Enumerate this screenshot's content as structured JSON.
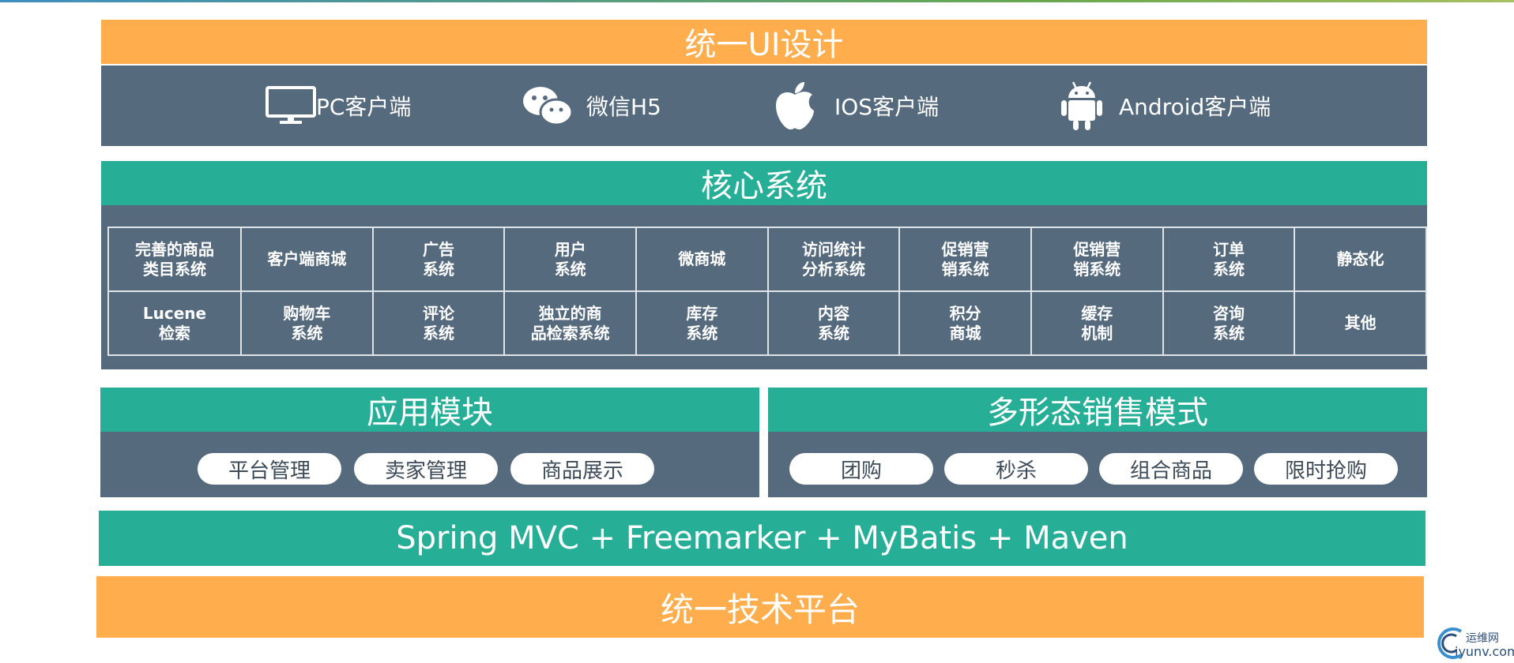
{
  "ui": {
    "title": "统一UI设计",
    "platforms": [
      {
        "label": "PC客户端",
        "icon": "monitor-icon"
      },
      {
        "label": "微信H5",
        "icon": "wechat-icon"
      },
      {
        "label": "IOS客户端",
        "icon": "apple-icon"
      },
      {
        "label": "Android客户端",
        "icon": "android-icon"
      }
    ]
  },
  "core": {
    "title": "核心系统",
    "rows": [
      [
        "完善的商品\n类目系统",
        "客户端商城",
        "广告\n系统",
        "用户\n系统",
        "微商城",
        "访问统计\n分析系统",
        "促销营\n销系统",
        "促销营\n销系统",
        "订单\n系统",
        "静态化"
      ],
      [
        "Lucene\n检索",
        "购物车\n系统",
        "评论\n系统",
        "独立的商\n品检索系统",
        "库存\n系统",
        "内容\n系统",
        "积分\n商城",
        "缓存\n机制",
        "咨询\n系统",
        "其他"
      ]
    ]
  },
  "app_module": {
    "title": "应用模块",
    "items": [
      "平台管理",
      "卖家管理",
      "商品展示"
    ]
  },
  "sales_mode": {
    "title": "多形态销售模式",
    "items": [
      "团购",
      "秒杀",
      "组合商品",
      "限时抢购"
    ]
  },
  "tech_stack": "Spring MVC + Freemarker + MyBatis + Maven",
  "tech_platform": "统一技术平台",
  "watermark": {
    "line1": "运维网",
    "line2": "iyunv.com"
  },
  "colors": {
    "orange": "#ffad4d",
    "teal": "#27ae96",
    "slate": "#566a7e"
  }
}
